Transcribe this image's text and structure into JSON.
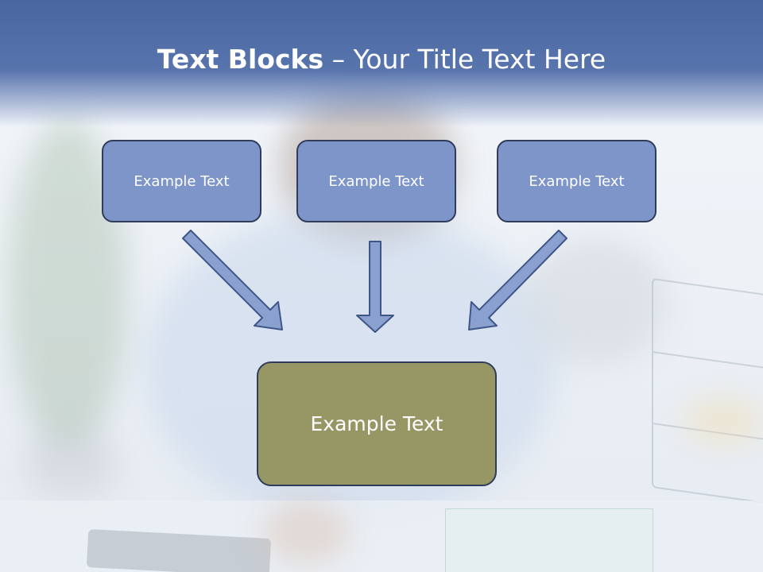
{
  "title": {
    "bold": "Text Blocks",
    "dash": " – ",
    "rest": "Your Title Text Here"
  },
  "blocks": [
    {
      "label": "Example Text"
    },
    {
      "label": "Example Text"
    },
    {
      "label": "Example Text"
    }
  ],
  "main_block": {
    "label": "Example Text"
  },
  "colors": {
    "title_band": "#5874ad",
    "block_fill": "#7d95c9",
    "block_border": "#2f3d5a",
    "main_fill": "#979766",
    "arrow_fill": "#8aa0cf"
  }
}
